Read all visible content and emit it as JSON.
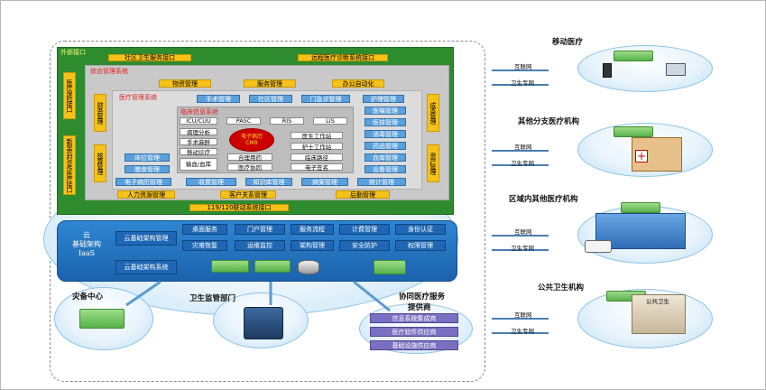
{
  "left_block": {
    "external_interface": "外部接口",
    "community_interface": "社区卫生服务接口",
    "remote_interface": "远程医疗诊断系统接口",
    "integrated_mgmt": "综合管理系统",
    "insurance_interface": "医疗保险接口",
    "newcoop_interface": "新型农村合作医疗接口",
    "material_mgmt": "物资管理",
    "service_mgmt": "服务管理",
    "office_auto": "办公自动化",
    "finance_mgmt": "财务管理",
    "accounting_mgmt": "核算管理",
    "cost_mgmt": "成本管理",
    "asset_mgmt": "资产管理",
    "hospital_mgmt": "医疗管理系统",
    "surgery_mgmt": "手术管理",
    "community_mgmt": "社区管理",
    "outpatient_mgmt": "门急诊管理",
    "nursing_mgmt": "护理管理",
    "clinical_info": "临床信息系统",
    "icu": "ICU/CUU",
    "pasc": "PASC",
    "ris": "RIS",
    "lis": "LIS",
    "pathology": "病理分析",
    "anesthesia": "手术麻醉",
    "mobile_care": "移动诊疗",
    "transfusion": "输血/血库",
    "emr_center": "电子病历 CMR",
    "doctor_ws": "医生工作站",
    "nurse_ws": "护士工作站",
    "rational_drug": "合理用药",
    "clinical_path": "临床路径",
    "followup": "医疗协同",
    "e_signature": "电子签名",
    "bed_mgmt": "床位管理",
    "diet_mgmt": "膳食管理",
    "medical_record": "医嘱管理",
    "medical_tech": "医技管理",
    "disinfection": "消毒管理",
    "drug_mgmt": "药品管理",
    "blood_mgmt": "血库管理",
    "device_mgmt": "设备管理",
    "emr_mgmt": "电子病历管理",
    "charge_mgmt": "收费管理",
    "knowledge_mgmt": "知识库管理",
    "case_mgmt": "病案管理",
    "statistics": "统计管理",
    "hr_mgmt": "人力资源管理",
    "crm_mgmt": "客户关系管理",
    "logistics_mgmt": "后勤管理",
    "emergency_interface": "119/120联动系统接口"
  },
  "iaas": {
    "title_line1": "云",
    "title_line2": "基础架构",
    "title_line3": "IaaS",
    "mgmt": "云基础架构管理",
    "system": "云基础架构系统",
    "services": [
      "桌面服务",
      "门户管理",
      "服务流程",
      "计费管理",
      "身份认证",
      "灾难恢复",
      "运维监控",
      "架构管理",
      "安全防护",
      "权限管理"
    ]
  },
  "bottom": {
    "disaster_center": "灾备中心",
    "health_dept": "卫生监管部门",
    "provider_title_1": "协同医疗服务",
    "provider_title_2": "提供商",
    "providers": [
      "信息系统集成商",
      "医疗软件供应商",
      "基础设施供应商"
    ]
  },
  "right": {
    "mobile": "移动医疗",
    "branches": "其他分支医疗机构",
    "regional": "区域内其他医疗机构",
    "public_health": "公共卫生机构",
    "internet": "互联网",
    "private_net": "卫生专网",
    "ph_sign": "公共卫生"
  }
}
